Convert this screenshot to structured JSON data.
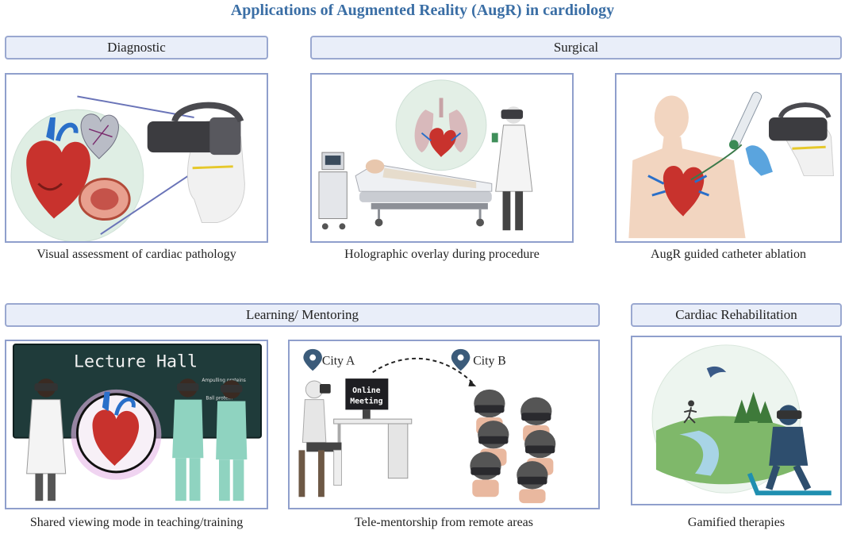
{
  "title": "Applications of Augmented Reality (AugR) in cardiology",
  "sections": {
    "diagnostic": "Diagnostic",
    "surgical": "Surgical",
    "learning": "Learning/ Mentoring",
    "rehab": "Cardiac Rehabilitation"
  },
  "captions": {
    "visual": "Visual assessment of cardiac pathology",
    "holographic": "Holographic overlay during procedure",
    "ablation": "AugR guided catheter ablation",
    "shared": "Shared viewing mode in teaching/training",
    "tele": "Tele-mentorship from remote areas",
    "gamified": "Gamified therapies"
  },
  "lecture": {
    "board_title": "Lecture Hall",
    "note1": "Ampulling proteins",
    "note2": "Ball protein"
  },
  "tele": {
    "city_a": "City A",
    "city_b": "City B",
    "screen_line1": "Online",
    "screen_line2": "Meeting"
  },
  "colors": {
    "title": "#3a6ea5",
    "header_border": "#9aa8d0",
    "header_fill": "#e9eef9",
    "panel_border": "#8f9fcc",
    "board": "#1f3b3a",
    "heart_red": "#c8322d"
  }
}
